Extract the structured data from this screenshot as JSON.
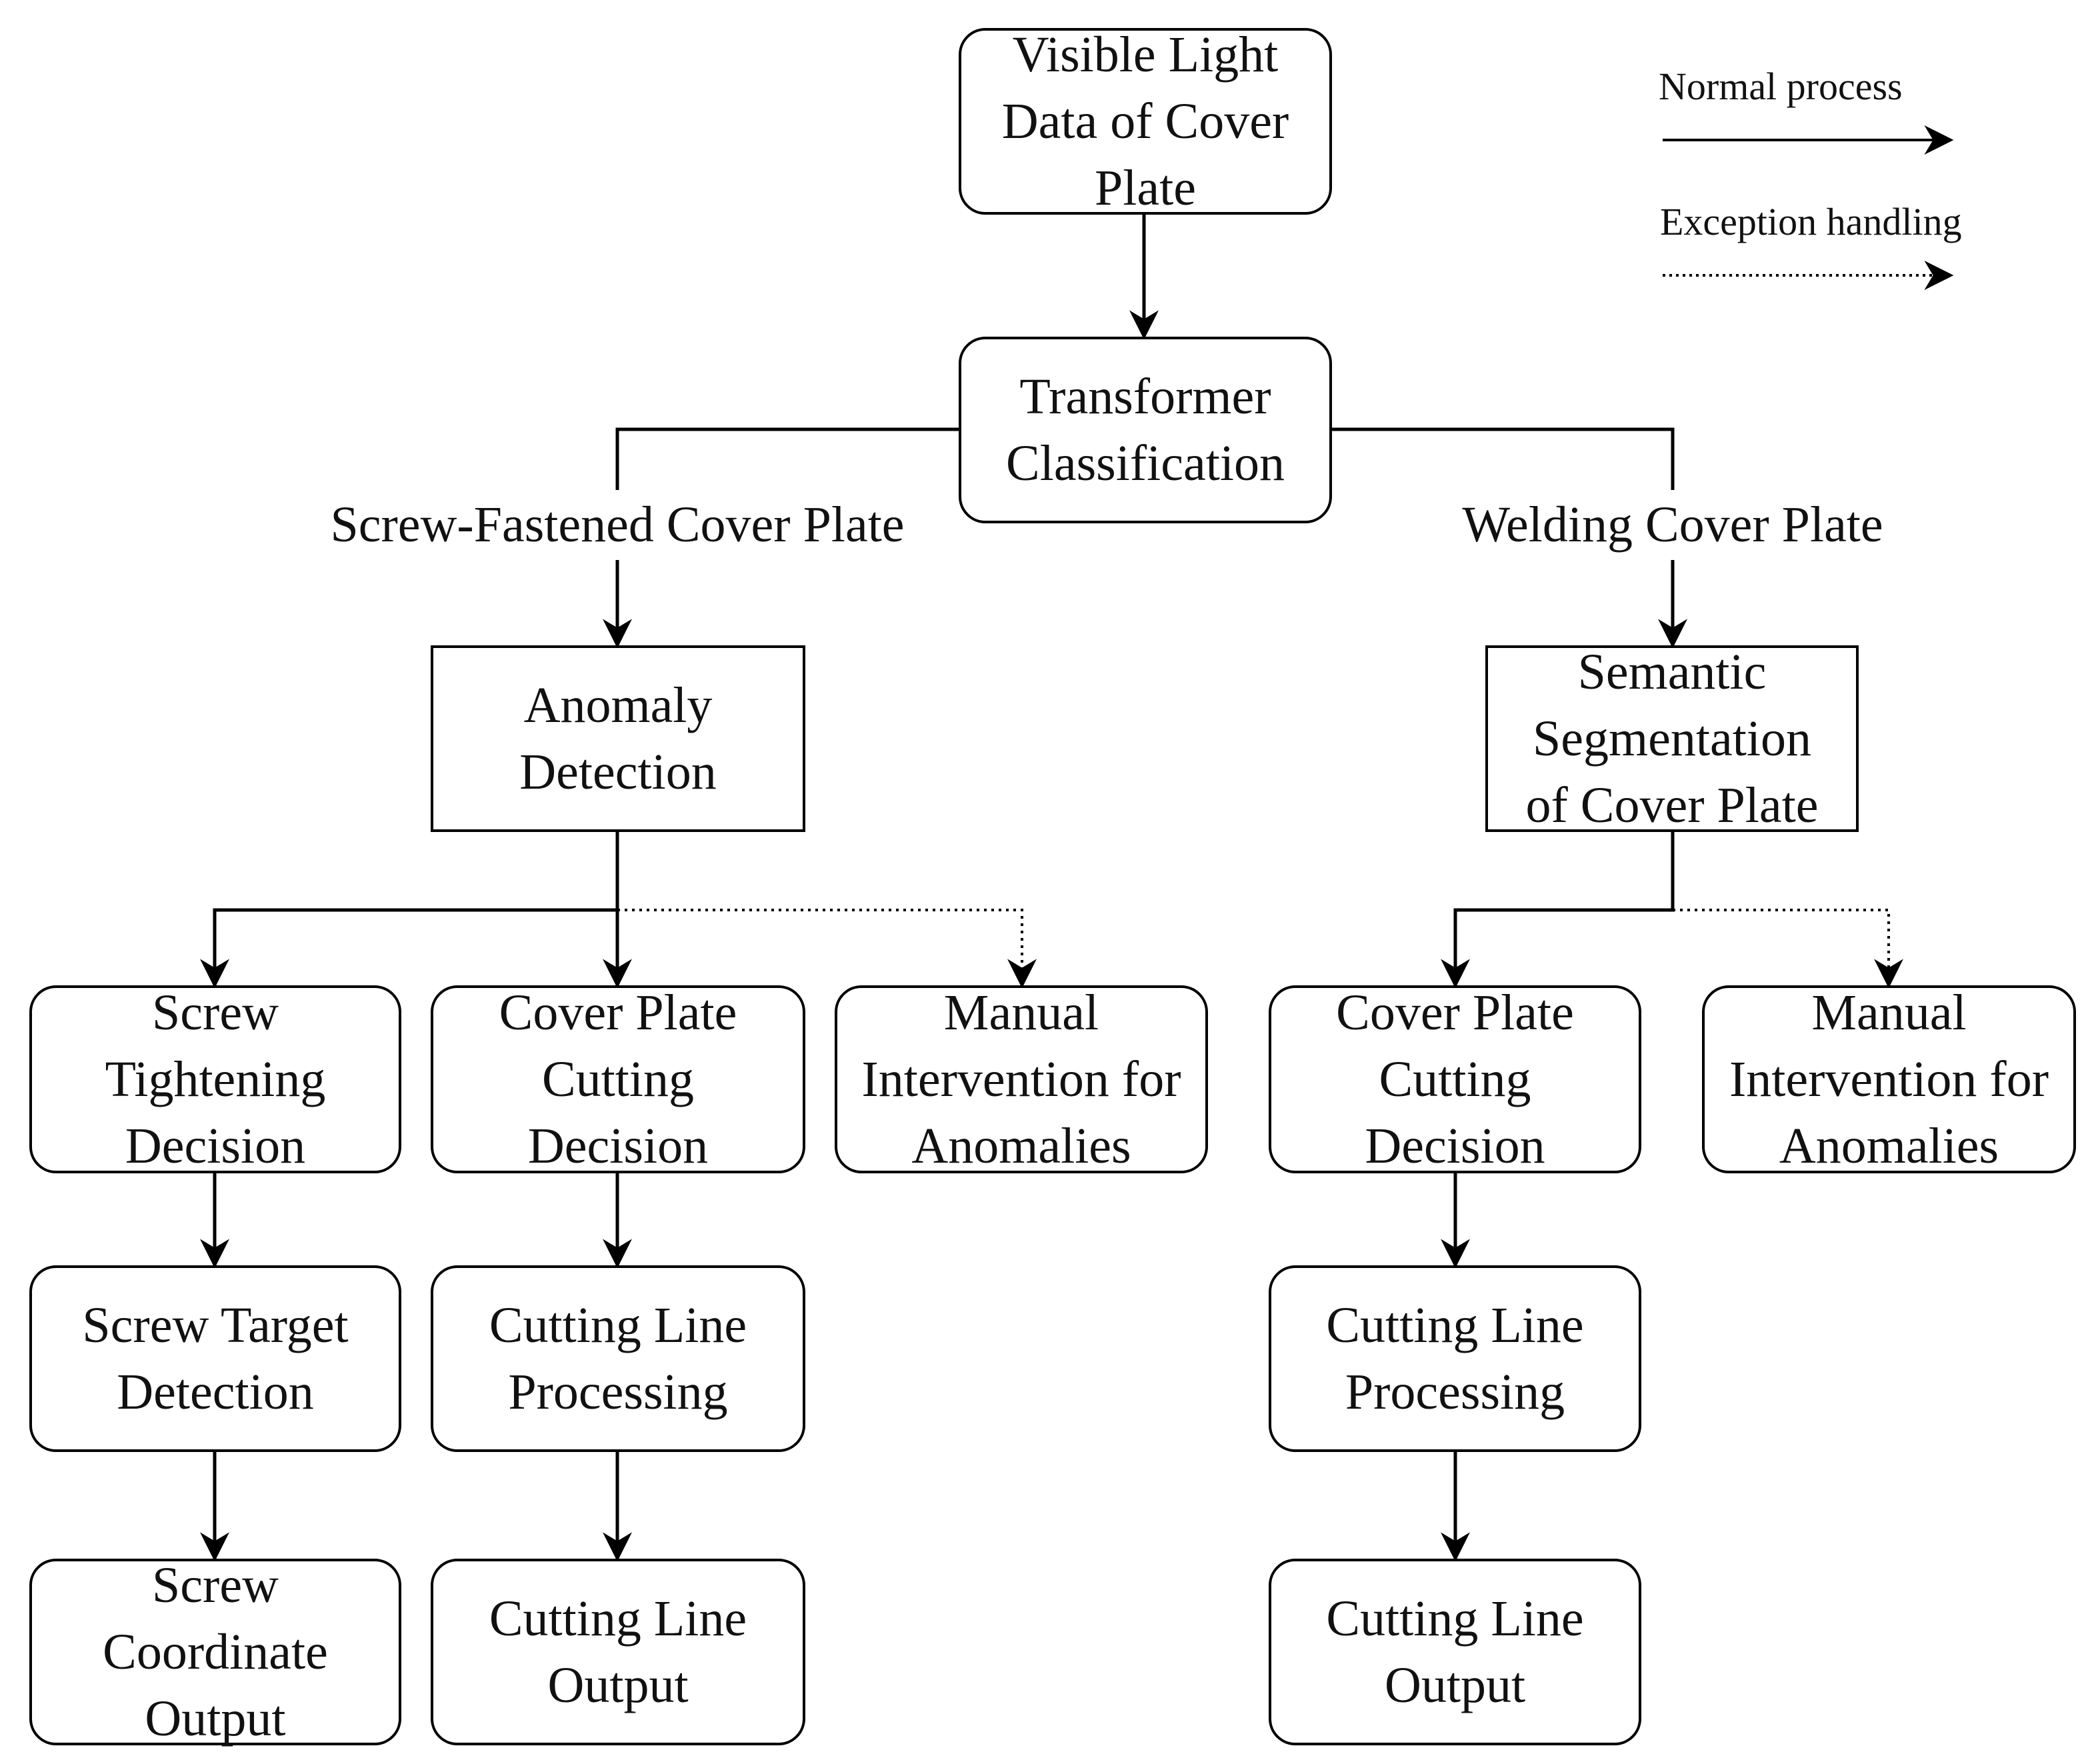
{
  "nodes": {
    "visible_light": "Visible Light\nData of Cover\nPlate",
    "transformer": "Transformer\nClassification",
    "anomaly_detection": "Anomaly\nDetection",
    "semantic_segmentation": "Semantic\nSegmentation\nof Cover Plate",
    "screw_tightening": "Screw\nTightening\nDecision",
    "cover_cutting_left": "Cover Plate\nCutting\nDecision",
    "manual_left": "Manual\nIntervention for\nAnomalies",
    "cover_cutting_right": "Cover Plate\nCutting\nDecision",
    "manual_right": "Manual\nIntervention for\nAnomalies",
    "screw_target": "Screw Target\nDetection",
    "cutting_processing_left": "Cutting Line\nProcessing",
    "cutting_processing_right": "Cutting Line\nProcessing",
    "screw_coordinate": "Screw\nCoordinate\nOutput",
    "cutting_output_left": "Cutting Line\nOutput",
    "cutting_output_right": "Cutting Line\nOutput"
  },
  "branches": {
    "screw": "Screw-Fastened Cover Plate",
    "welding": "Welding Cover Plate"
  },
  "legend": {
    "normal": "Normal process",
    "exception": "Exception handling"
  }
}
